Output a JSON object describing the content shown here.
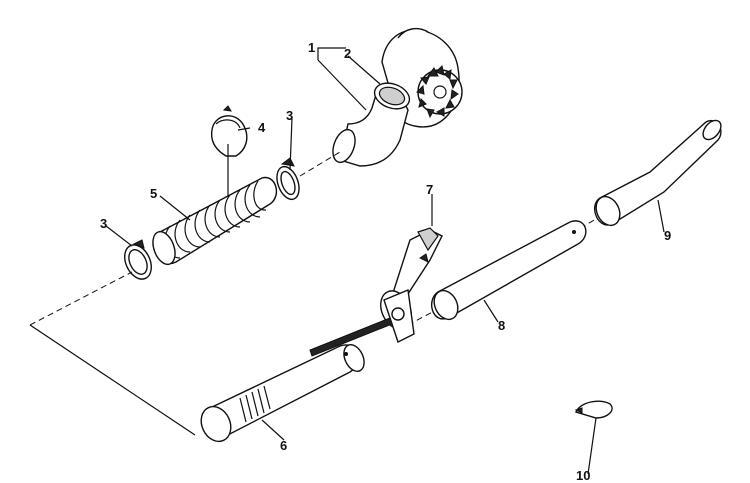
{
  "callouts": {
    "c1": "1",
    "c2": "2",
    "c3a": "3",
    "c3b": "3",
    "c4": "4",
    "c5": "5",
    "c6": "6",
    "c7": "7",
    "c8": "8",
    "c9": "9",
    "c10": "10"
  },
  "colors": {
    "line": "#111111",
    "background": "#ffffff"
  }
}
